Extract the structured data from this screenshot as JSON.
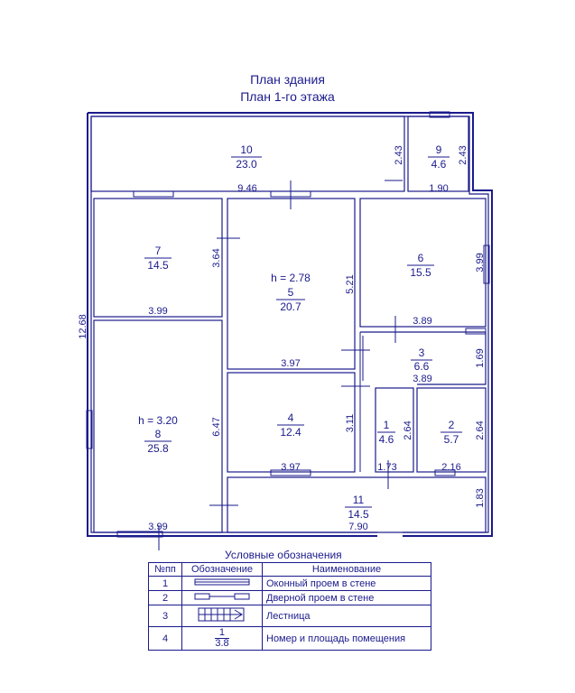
{
  "title": "План здания",
  "subtitle": "План 1-го этажа",
  "rooms": [
    {
      "id": "10",
      "num": "10",
      "area": "23.0"
    },
    {
      "id": "9",
      "num": "9",
      "area": "4.6"
    },
    {
      "id": "7",
      "num": "7",
      "area": "14.5"
    },
    {
      "id": "5",
      "num": "5",
      "area": "20.7",
      "height": "h = 2.78"
    },
    {
      "id": "6",
      "num": "6",
      "area": "15.5"
    },
    {
      "id": "3",
      "num": "3",
      "area": "6.6"
    },
    {
      "id": "4",
      "num": "4",
      "area": "12.4"
    },
    {
      "id": "8",
      "num": "8",
      "area": "25.8",
      "height": "h = 3.20"
    },
    {
      "id": "1",
      "num": "1",
      "area": "4.6"
    },
    {
      "id": "2",
      "num": "2",
      "area": "5.7"
    },
    {
      "id": "11",
      "num": "11",
      "area": "14.5"
    }
  ],
  "dimensions": {
    "d_9_46": "9.46",
    "d_1_90": "1.90",
    "d_2_43a": "2.43",
    "d_2_43b": "2.43",
    "d_3_64": "3.64",
    "d_5_21": "5.21",
    "d_3_99_r": "3.99",
    "d_3_99_7": "3.99",
    "d_3_89a": "3.89",
    "d_3_97a": "3.97",
    "d_1_69": "1.69",
    "d_3_89b": "3.89",
    "d_12_68": "12.68",
    "d_6_47": "6.47",
    "d_3_11": "3.11",
    "d_2_64a": "2.64",
    "d_2_64b": "2.64",
    "d_3_97b": "3.97",
    "d_1_73": "1.73",
    "d_2_16": "2.16",
    "d_1_83": "1.83",
    "d_7_90": "7.90",
    "d_3_99_8": "3.99"
  },
  "legend": {
    "title": "Условные обозначения",
    "headers": [
      "№пп",
      "Обозначение",
      "Наименование"
    ],
    "rows": [
      {
        "num": "1",
        "name": "Оконный проем в стене",
        "icon": "window-icon"
      },
      {
        "num": "2",
        "name": "Дверной проем в стене",
        "icon": "door-icon"
      },
      {
        "num": "3",
        "name": "Лестница",
        "icon": "stairs-icon"
      },
      {
        "num": "4",
        "name": "Номер и площадь помещения",
        "icon": "room-label-icon",
        "sample_num": "1",
        "sample_area": "3.8"
      }
    ]
  },
  "colors": {
    "line": "#1a1a8c",
    "background": "#ffffff"
  }
}
